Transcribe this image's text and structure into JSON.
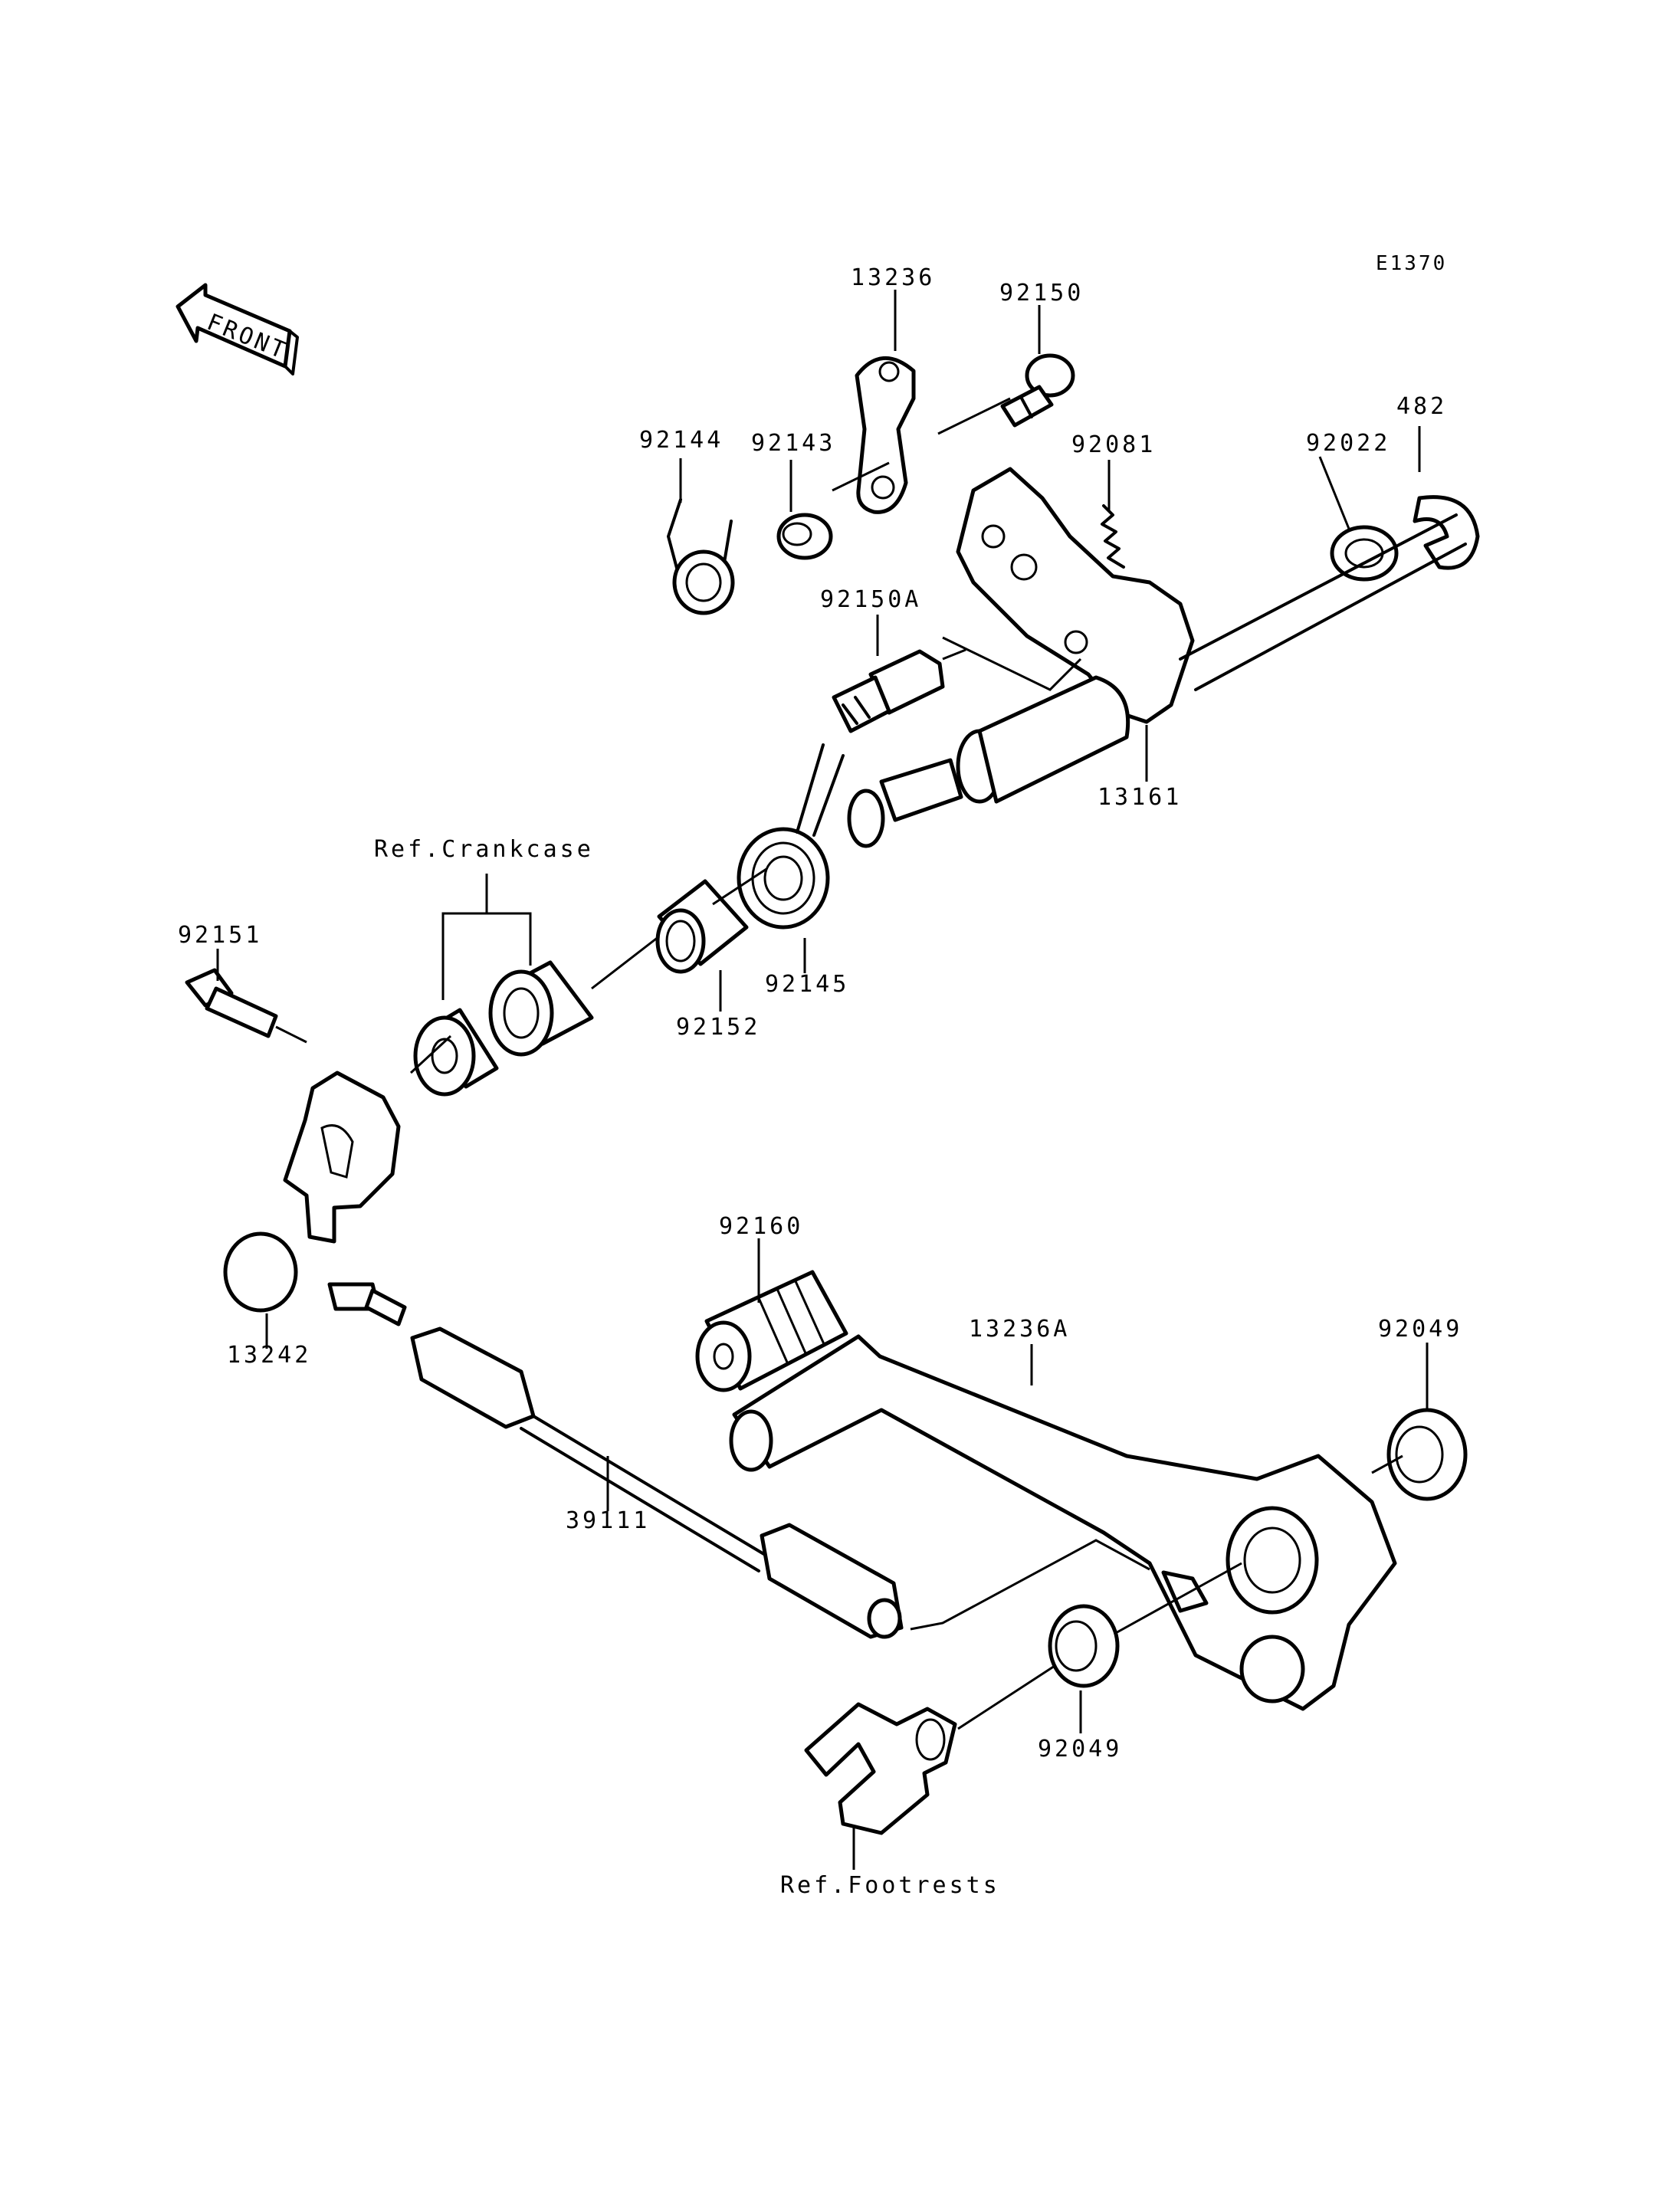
{
  "diagram_code": "E1370",
  "front_label": "FRONT",
  "labels": {
    "p13236": "13236",
    "p92150": "92150",
    "p92144": "92144",
    "p92143": "92143",
    "p92081": "92081",
    "p92022": "92022",
    "p482": "482",
    "p92150A": "92150A",
    "p13161": "13161",
    "ref_crankcase": "Ref.Crankcase",
    "p92151": "92151",
    "p92152": "92152",
    "p92145": "92145",
    "p92160": "92160",
    "p13236A": "13236A",
    "p92049_top": "92049",
    "p13242": "13242",
    "p39111": "39111",
    "p92049_bottom": "92049",
    "ref_footrests": "Ref.Footrests"
  }
}
